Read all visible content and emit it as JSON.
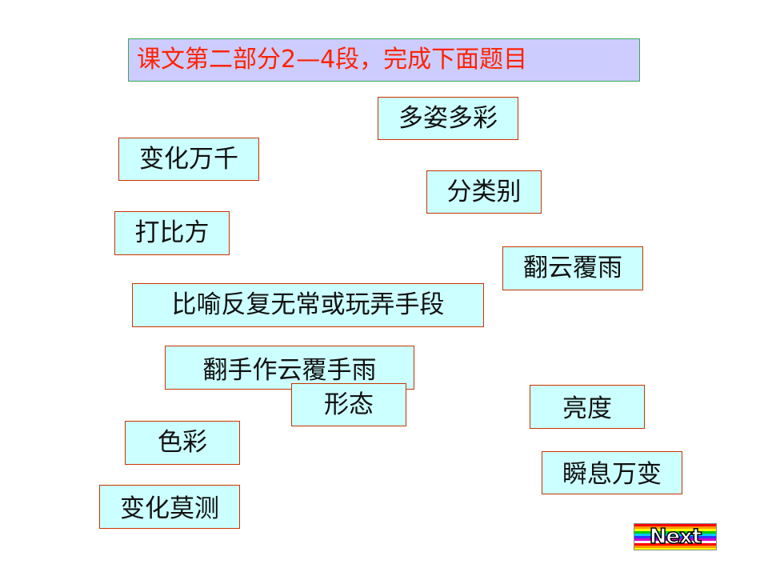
{
  "slide": {
    "title": "课文第二部分2—4段，完成下面题目",
    "cards": [
      "多姿多彩",
      "变化万千",
      "分类别",
      "打比方",
      "翻云覆雨",
      "比喻反复无常或玩弄手段",
      "翻手作云覆手雨",
      "形态",
      "亮度",
      "色彩",
      "瞬息万变",
      "变化莫测"
    ],
    "next_label": "Next"
  },
  "colors": {
    "title_background": "#ccccff",
    "title_text": "#ff2200",
    "card_background": "#ccffff",
    "card_border": "#cc3300"
  }
}
